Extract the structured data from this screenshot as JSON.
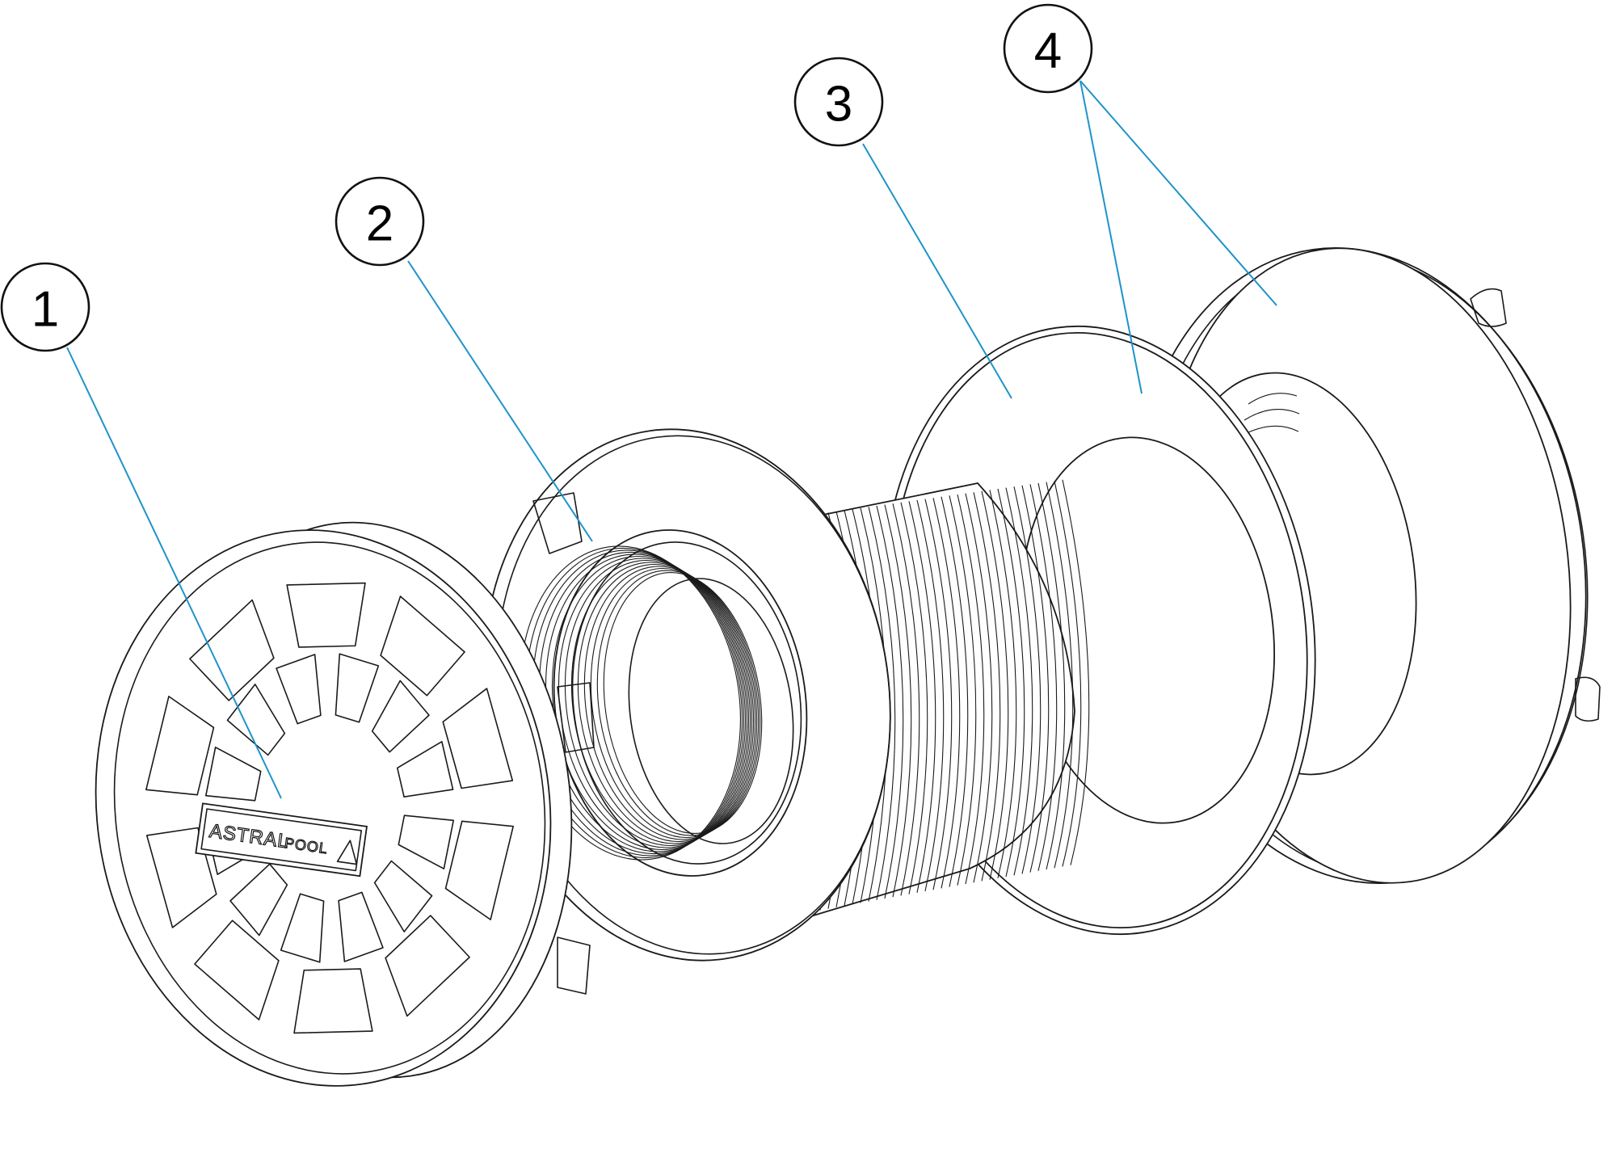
{
  "diagram": {
    "callouts": [
      {
        "id": "1",
        "label": "1"
      },
      {
        "id": "2",
        "label": "2"
      },
      {
        "id": "3",
        "label": "3"
      },
      {
        "id": "4",
        "label": "4"
      }
    ],
    "logo": {
      "brand_left": "ASTRAL",
      "brand_right": "POOL"
    },
    "colors": {
      "leader_line": "#1f93c9",
      "outline": "#1a1a1a",
      "background": "#ffffff"
    }
  }
}
